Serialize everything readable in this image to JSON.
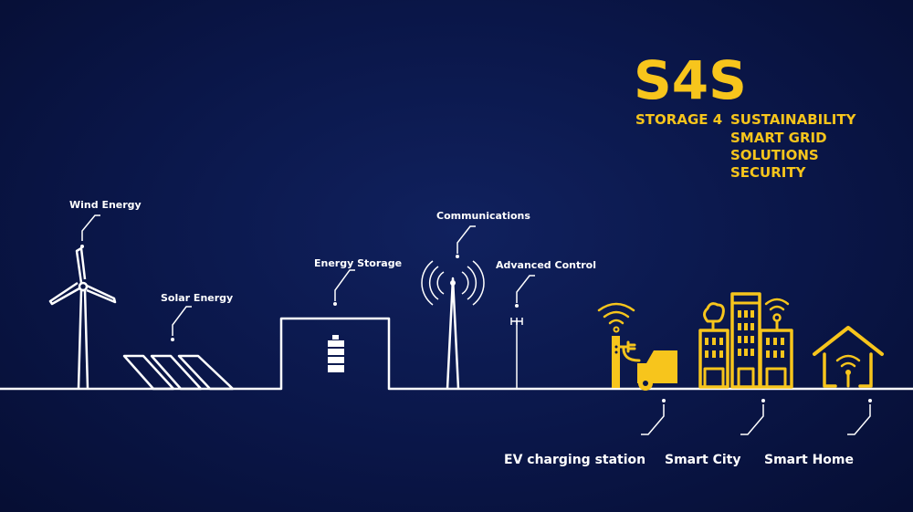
{
  "brand": {
    "logo": "S4S",
    "prefix": "STORAGE 4",
    "taglines": [
      "SUSTAINABILITY",
      "SMART GRID",
      "SOLUTIONS",
      "SECURITY"
    ]
  },
  "labels": {
    "wind": "Wind Energy",
    "solar": "Solar Energy",
    "storage": "Energy Storage",
    "communications": "Communications",
    "control": "Advanced Control",
    "ev": "EV charging station",
    "city": "Smart City",
    "home": "Smart Home"
  },
  "colors": {
    "background": "#0a1648",
    "accent": "#f7c51c",
    "line": "#ffffff"
  }
}
